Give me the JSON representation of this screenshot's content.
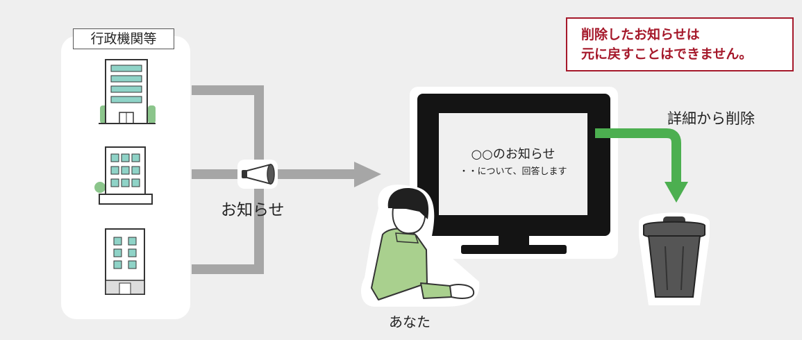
{
  "org_group": {
    "label": "行政機関等"
  },
  "notice": {
    "label": "お知らせ"
  },
  "screen": {
    "title": "○○のお知らせ",
    "body": "・・について、回答します"
  },
  "user": {
    "label": "あなた"
  },
  "warning": {
    "line1": "削除したお知らせは",
    "line2": "元に戻すことはできません。"
  },
  "delete_action": {
    "label": "詳細から削除"
  },
  "colors": {
    "warning": "#a5182a",
    "arrow_green": "#4caf50",
    "connector_gray": "#a6a6a6",
    "building_teal": "#8fd3c7",
    "person_shirt": "#a9d08e"
  },
  "icons": [
    "office-building-icon",
    "megaphone-icon",
    "person-icon",
    "monitor-icon",
    "trash-can-icon"
  ]
}
